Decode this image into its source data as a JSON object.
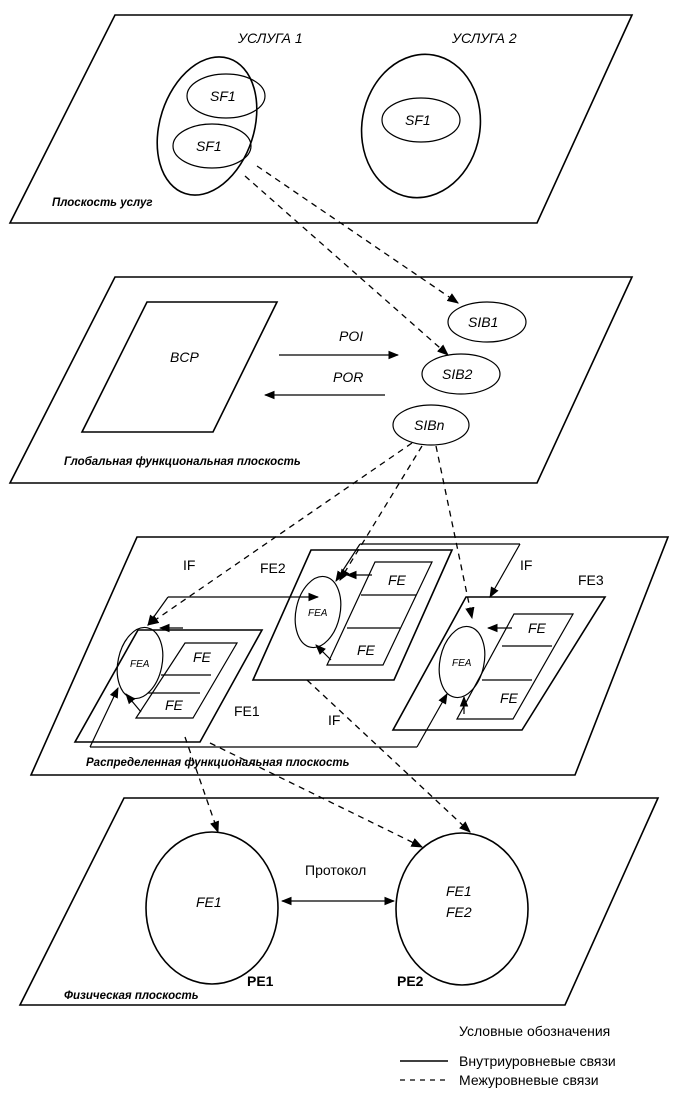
{
  "service_plane": {
    "title": "Плоскость услуг",
    "services": [
      {
        "label": "УСЛУГА  1",
        "functions": [
          "SF1",
          "SF1"
        ]
      },
      {
        "label": "УСЛУГА 2",
        "functions": [
          "SF1"
        ]
      }
    ]
  },
  "global_plane": {
    "title": "Глобальная функциональная  плоскость",
    "bcp": "BCP",
    "poi": "POI",
    "por": "POR",
    "sibs": [
      "SIB1",
      "SIB2",
      "SIBn"
    ]
  },
  "distributed_plane": {
    "title": "Распределенная функциональная  плоскость",
    "if_labels": [
      "IF",
      "IF",
      "IF"
    ],
    "entities": [
      {
        "label": "FE1",
        "fea": "FEA",
        "fe": [
          "FE",
          "FE"
        ]
      },
      {
        "label": "FE2",
        "fea": "FEA",
        "fe": [
          "FE",
          "FE"
        ]
      },
      {
        "label": "FE3",
        "fea": "FEA",
        "fe": [
          "FE",
          "FE"
        ]
      }
    ]
  },
  "physical_plane": {
    "title": "Физическая плоскость",
    "protocol": "Протокол",
    "pe": [
      {
        "label": "PE1",
        "contents": [
          "FE1"
        ]
      },
      {
        "label": "PE2",
        "contents": [
          "FE1",
          "FE2"
        ]
      }
    ]
  },
  "legend": {
    "title": "Условные обозначения",
    "items": [
      {
        "style": "solid",
        "label": "Внутриуровневые связи"
      },
      {
        "style": "dashed",
        "label": "Межуровневые связи"
      }
    ]
  }
}
